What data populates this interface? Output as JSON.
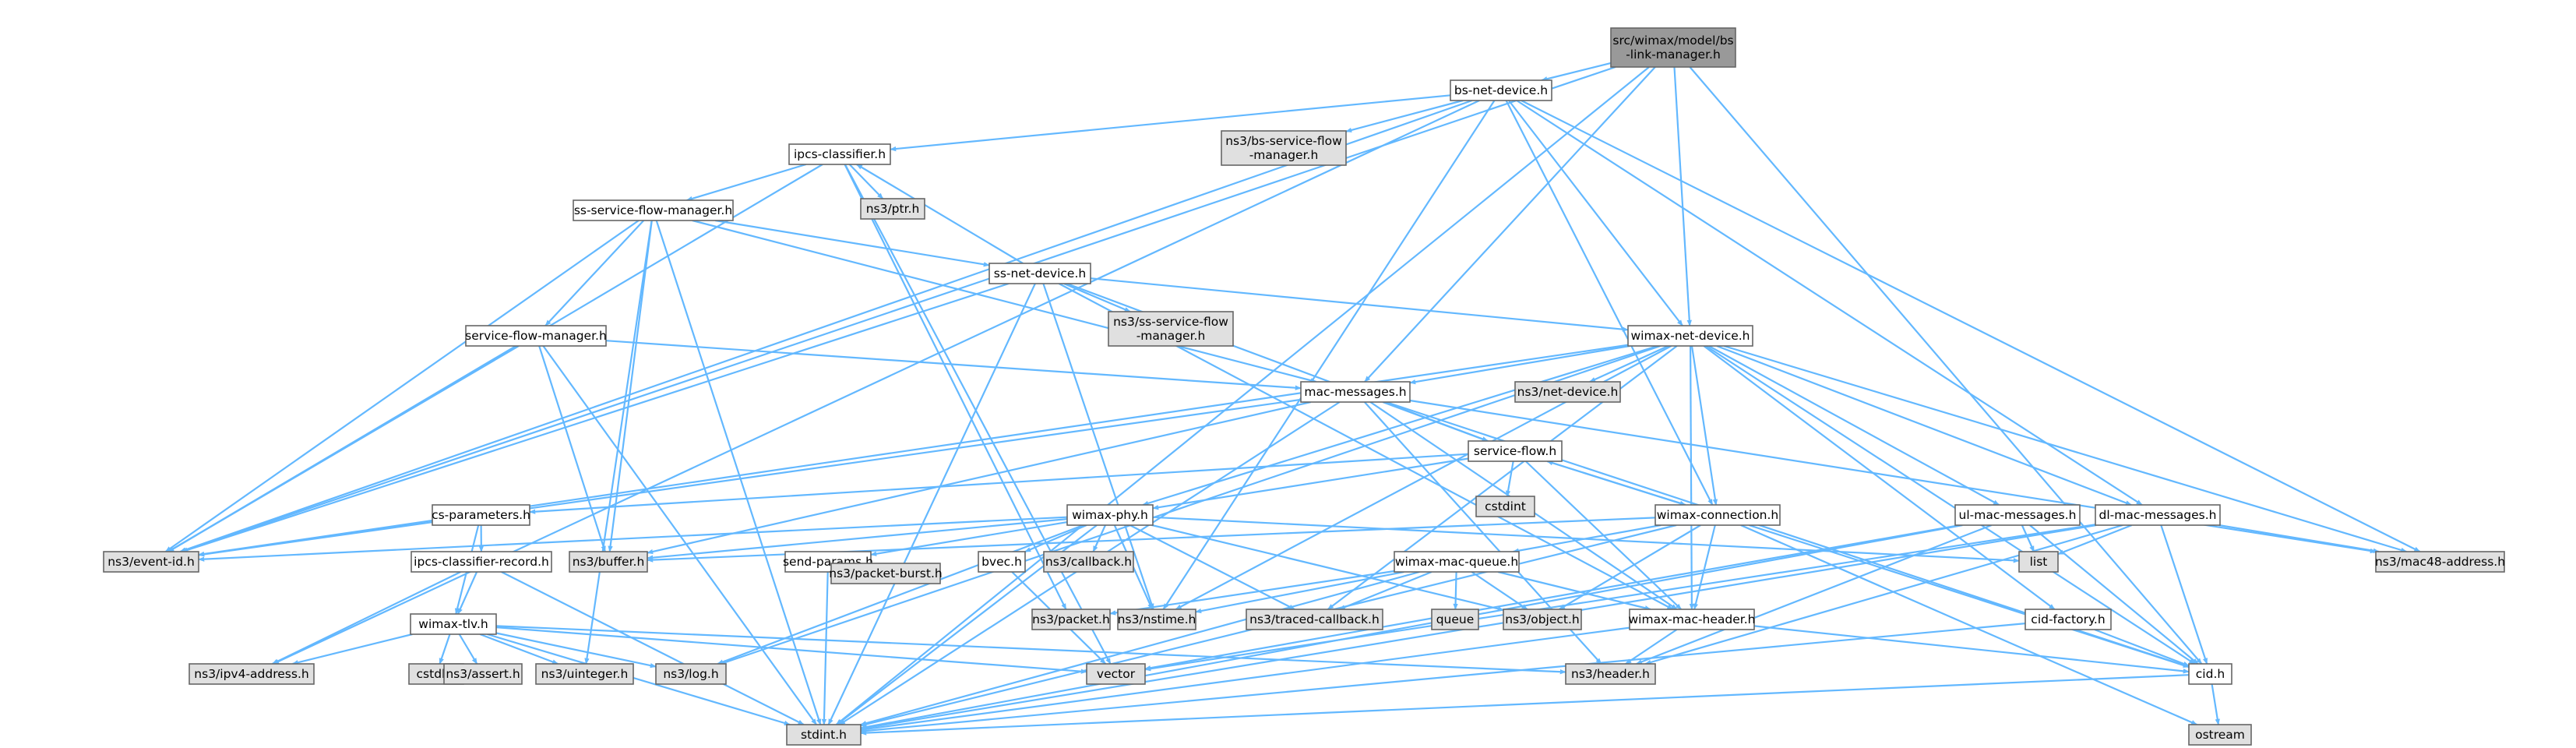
{
  "colors": {
    "edge": "#63b8ff",
    "root_fill": "#999999",
    "file_fill": "#ffffff",
    "external_fill": "#e0e0e0",
    "border": "#666666"
  },
  "nodes": [
    {
      "id": "root",
      "kind": "root",
      "lines": [
        "src/wimax/model/bs",
        "-link-manager.h"
      ]
    },
    {
      "id": "bs_net_device",
      "kind": "file",
      "lines": [
        "bs-net-device.h"
      ]
    },
    {
      "id": "ipcs_classifier",
      "kind": "file",
      "lines": [
        "ipcs-classifier.h"
      ]
    },
    {
      "id": "ns3_bs_sfm",
      "kind": "external",
      "lines": [
        "ns3/bs-service-flow",
        "-manager.h"
      ]
    },
    {
      "id": "ns3_ptr",
      "kind": "external",
      "lines": [
        "ns3/ptr.h"
      ]
    },
    {
      "id": "ss_sfm",
      "kind": "file",
      "lines": [
        "ss-service-flow-manager.h"
      ]
    },
    {
      "id": "ss_net_device",
      "kind": "file",
      "lines": [
        "ss-net-device.h"
      ]
    },
    {
      "id": "ns3_ss_sfm",
      "kind": "external",
      "lines": [
        "ns3/ss-service-flow",
        "-manager.h"
      ]
    },
    {
      "id": "service_flow_manager",
      "kind": "file",
      "lines": [
        "service-flow-manager.h"
      ]
    },
    {
      "id": "wimax_net_device",
      "kind": "file",
      "lines": [
        "wimax-net-device.h"
      ]
    },
    {
      "id": "ns3_net_device",
      "kind": "external",
      "lines": [
        "ns3/net-device.h"
      ]
    },
    {
      "id": "mac_messages",
      "kind": "file",
      "lines": [
        "mac-messages.h"
      ]
    },
    {
      "id": "service_flow",
      "kind": "file",
      "lines": [
        "service-flow.h"
      ]
    },
    {
      "id": "cstdint",
      "kind": "external",
      "lines": [
        "cstdint"
      ]
    },
    {
      "id": "cs_parameters",
      "kind": "file",
      "lines": [
        "cs-parameters.h"
      ]
    },
    {
      "id": "wimax_phy",
      "kind": "file",
      "lines": [
        "wimax-phy.h"
      ]
    },
    {
      "id": "wimax_connection",
      "kind": "file",
      "lines": [
        "wimax-connection.h"
      ]
    },
    {
      "id": "ul_mac_messages",
      "kind": "file",
      "lines": [
        "ul-mac-messages.h"
      ]
    },
    {
      "id": "dl_mac_messages",
      "kind": "file",
      "lines": [
        "dl-mac-messages.h"
      ]
    },
    {
      "id": "ns3_event_id",
      "kind": "external",
      "lines": [
        "ns3/event-id.h"
      ]
    },
    {
      "id": "ipcs_classifier_record",
      "kind": "file",
      "lines": [
        "ipcs-classifier-record.h"
      ]
    },
    {
      "id": "ns3_buffer",
      "kind": "external",
      "lines": [
        "ns3/buffer.h"
      ]
    },
    {
      "id": "send_params",
      "kind": "file",
      "lines": [
        "send-params.h"
      ]
    },
    {
      "id": "bvec",
      "kind": "file",
      "lines": [
        "bvec.h"
      ]
    },
    {
      "id": "ns3_callback",
      "kind": "external",
      "lines": [
        "ns3/callback.h"
      ]
    },
    {
      "id": "wimax_mac_queue",
      "kind": "file",
      "lines": [
        "wimax-mac-queue.h"
      ]
    },
    {
      "id": "list",
      "kind": "external",
      "lines": [
        "list"
      ]
    },
    {
      "id": "ns3_mac48",
      "kind": "external",
      "lines": [
        "ns3/mac48-address.h"
      ]
    },
    {
      "id": "wimax_tlv",
      "kind": "file",
      "lines": [
        "wimax-tlv.h"
      ]
    },
    {
      "id": "ns3_packet_burst",
      "kind": "external",
      "lines": [
        "ns3/packet-burst.h"
      ]
    },
    {
      "id": "ns3_packet",
      "kind": "external",
      "lines": [
        "ns3/packet.h"
      ]
    },
    {
      "id": "ns3_nstime",
      "kind": "external",
      "lines": [
        "ns3/nstime.h"
      ]
    },
    {
      "id": "ns3_traced_callback",
      "kind": "external",
      "lines": [
        "ns3/traced-callback.h"
      ]
    },
    {
      "id": "queue",
      "kind": "external",
      "lines": [
        "queue"
      ]
    },
    {
      "id": "ns3_object",
      "kind": "external",
      "lines": [
        "ns3/object.h"
      ]
    },
    {
      "id": "wimax_mac_header",
      "kind": "file",
      "lines": [
        "wimax-mac-header.h"
      ]
    },
    {
      "id": "cid_factory",
      "kind": "file",
      "lines": [
        "cid-factory.h"
      ]
    },
    {
      "id": "ns3_ipv4_address",
      "kind": "external",
      "lines": [
        "ns3/ipv4-address.h"
      ]
    },
    {
      "id": "cstdlib",
      "kind": "external",
      "lines": [
        "cstdlib"
      ]
    },
    {
      "id": "ns3_assert",
      "kind": "external",
      "lines": [
        "ns3/assert.h"
      ]
    },
    {
      "id": "ns3_uinteger",
      "kind": "external",
      "lines": [
        "ns3/uinteger.h"
      ]
    },
    {
      "id": "ns3_log",
      "kind": "external",
      "lines": [
        "ns3/log.h"
      ]
    },
    {
      "id": "vector",
      "kind": "external",
      "lines": [
        "vector"
      ]
    },
    {
      "id": "ns3_header",
      "kind": "external",
      "lines": [
        "ns3/header.h"
      ]
    },
    {
      "id": "cid",
      "kind": "file",
      "lines": [
        "cid.h"
      ]
    },
    {
      "id": "stdint",
      "kind": "external",
      "lines": [
        "stdint.h"
      ]
    },
    {
      "id": "ostream",
      "kind": "external",
      "lines": [
        "ostream"
      ]
    }
  ]
}
